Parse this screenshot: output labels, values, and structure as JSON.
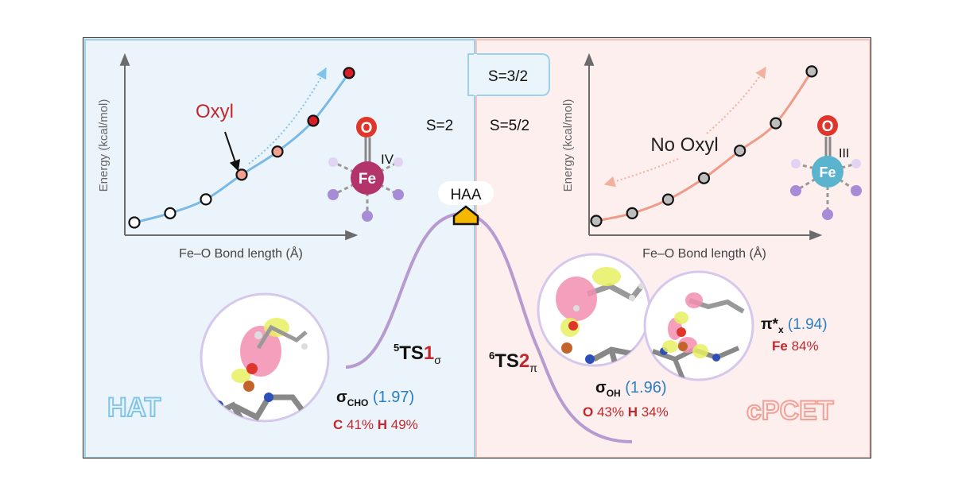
{
  "colors": {
    "left_bg": "#ecf4fb",
    "right_bg": "#fcefee",
    "panel_border": "#9fd0ea",
    "hat_text": "#7fc4ea",
    "cpcet_text": "#f2a096",
    "path": "#b79bd0",
    "blue_curve": "#7ab9e6",
    "salmon_curve": "#ef9b88",
    "oxyl_red": "#c0282d",
    "fe_left": "#b3336b",
    "fe_right": "#5bb4cd",
    "ligand": "#a78bd6",
    "haa_marker": "#f6b700",
    "value_blue": "#2a7fc0",
    "pct_red": "#c0282d"
  },
  "left_plot": {
    "ylabel": "Energy (kcal/mol)",
    "xlabel": "Fe–O Bond length (Å)",
    "annotation": "Oxyl",
    "fe_label": "Fe",
    "o_label": "O",
    "oxidation_state": "IV"
  },
  "right_plot": {
    "ylabel": "Energy (kcal/mol)",
    "xlabel": "Fe–O Bond length (Å)",
    "annotation": "No Oxyl",
    "fe_label": "Fe",
    "o_label": "O",
    "oxidation_state": "III"
  },
  "spin_states": {
    "s32": "S=3/2",
    "s2": "S=2",
    "s52": "S=5/2"
  },
  "haa_label": "HAA",
  "hat_label": "HAT",
  "cpcet_label": "cPCET",
  "ts1": {
    "sup": "5",
    "pre": "TS",
    "num": "1",
    "sub": "σ"
  },
  "ts2": {
    "sup": "6",
    "pre": "TS",
    "num": "2",
    "sub": "π"
  },
  "orbital_cho": {
    "sym": "σ",
    "sub": "CHO",
    "occ": "(1.97)",
    "el1": "C",
    "pct1": " 41% ",
    "el2": "H",
    "pct2": " 49%"
  },
  "orbital_oh": {
    "sym": "σ",
    "sub": "OH",
    "occ": "(1.96)",
    "el1": "O",
    "pct1": " 43% ",
    "el2": "H",
    "pct2": " 34%"
  },
  "orbital_pi": {
    "sym": "π*",
    "sub": "x",
    "occ": "(1.94)",
    "el1": "Fe",
    "pct1": " 84%"
  },
  "chart_data": [
    {
      "type": "scatter",
      "panel": "left",
      "xlabel": "Fe–O Bond length (Å)",
      "ylabel": "Energy (kcal/mol)",
      "points": [
        {
          "x": 1,
          "y": 0.0
        },
        {
          "x": 2,
          "y": 0.06
        },
        {
          "x": 3,
          "y": 0.15
        },
        {
          "x": 4,
          "y": 0.31
        },
        {
          "x": 5,
          "y": 0.46
        },
        {
          "x": 6,
          "y": 0.66
        },
        {
          "x": 7,
          "y": 0.97
        }
      ]
    },
    {
      "type": "scatter",
      "panel": "right",
      "xlabel": "Fe–O Bond length (Å)",
      "ylabel": "Energy (kcal/mol)",
      "points": [
        {
          "x": 1,
          "y": 0.0
        },
        {
          "x": 2,
          "y": 0.05
        },
        {
          "x": 3,
          "y": 0.14
        },
        {
          "x": 4,
          "y": 0.28
        },
        {
          "x": 5,
          "y": 0.46
        },
        {
          "x": 6,
          "y": 0.64
        },
        {
          "x": 7,
          "y": 0.98
        }
      ]
    }
  ]
}
